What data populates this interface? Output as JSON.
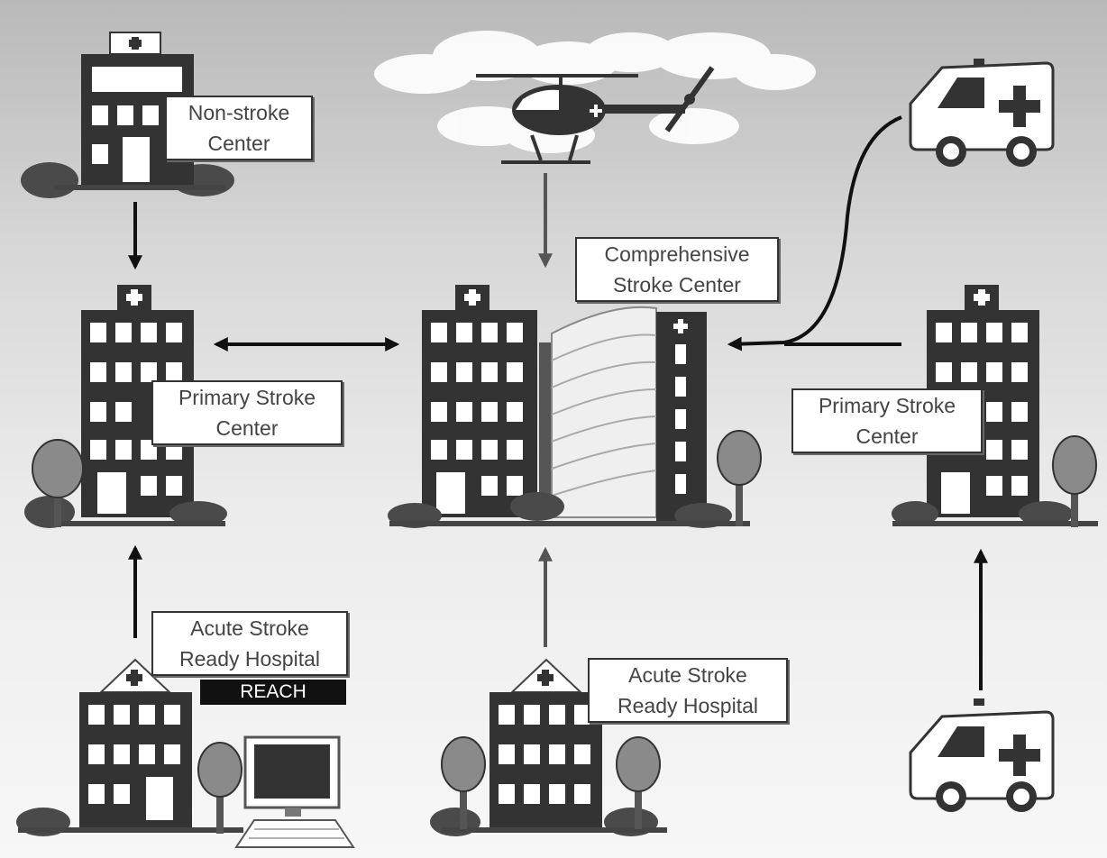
{
  "labels": {
    "non_stroke": [
      "Non-stroke",
      "Center"
    ],
    "comprehensive": [
      "Comprehensive",
      "Stroke Center"
    ],
    "primary_left": [
      "Primary Stroke",
      "Center"
    ],
    "primary_right": [
      "Primary Stroke",
      "Center"
    ],
    "acute_left": [
      "Acute Stroke",
      "Ready Hospital"
    ],
    "acute_center": [
      "Acute Stroke",
      "Ready Hospital"
    ],
    "reach": "REACH"
  },
  "colors": {
    "building": "#333333",
    "window": "#ffffff",
    "foliage": "#4a4a4a",
    "tree": "#8a8a8a",
    "arrow_black": "#111111",
    "arrow_gray": "#555555"
  },
  "icons": [
    "hospital-icon",
    "helicopter-icon",
    "ambulance-icon",
    "computer-icon",
    "tree-icon",
    "cloud-icon"
  ]
}
